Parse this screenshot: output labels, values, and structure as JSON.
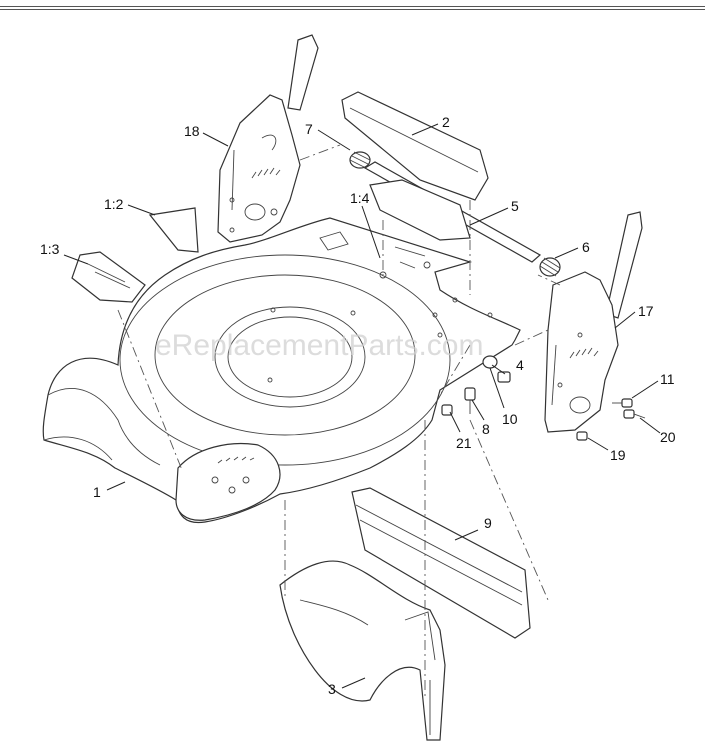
{
  "watermark": "eReplacementParts.com",
  "callouts": [
    {
      "id": "c18",
      "text": "18"
    },
    {
      "id": "c7",
      "text": "7"
    },
    {
      "id": "c2",
      "text": "2"
    },
    {
      "id": "c1_2",
      "text": "1:2"
    },
    {
      "id": "c1_4",
      "text": "1:4"
    },
    {
      "id": "c5",
      "text": "5"
    },
    {
      "id": "c1_3",
      "text": "1:3"
    },
    {
      "id": "c6",
      "text": "6"
    },
    {
      "id": "c17",
      "text": "17"
    },
    {
      "id": "c4",
      "text": "4"
    },
    {
      "id": "c11",
      "text": "11"
    },
    {
      "id": "c10",
      "text": "10"
    },
    {
      "id": "c8",
      "text": "8"
    },
    {
      "id": "c21",
      "text": "21"
    },
    {
      "id": "c20",
      "text": "20"
    },
    {
      "id": "c19",
      "text": "19"
    },
    {
      "id": "c1",
      "text": "1"
    },
    {
      "id": "c9",
      "text": "9"
    },
    {
      "id": "c3",
      "text": "3"
    }
  ]
}
